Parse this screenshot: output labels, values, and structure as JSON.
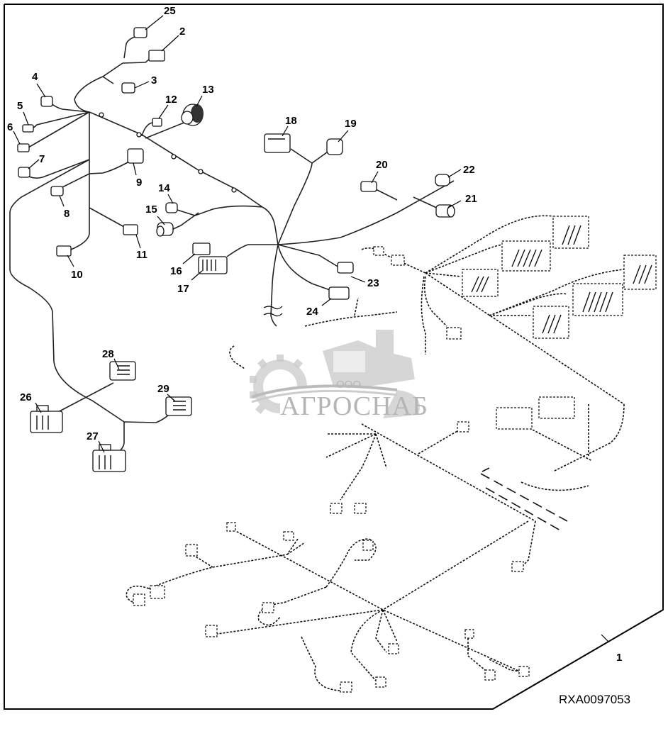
{
  "diagram": {
    "title": "Wiring harness parts diagram",
    "reference_code": "RXA0097053",
    "watermark": {
      "prefix": "ООО",
      "name": "АГРОСНАБ"
    },
    "callouts": [
      {
        "id": "1",
        "label": "1",
        "part": "main-harness-assembly"
      },
      {
        "id": "2",
        "label": "2",
        "part": "connector"
      },
      {
        "id": "3",
        "label": "3",
        "part": "connector"
      },
      {
        "id": "4",
        "label": "4",
        "part": "connector"
      },
      {
        "id": "5",
        "label": "5",
        "part": "connector"
      },
      {
        "id": "6",
        "label": "6",
        "part": "connector"
      },
      {
        "id": "7",
        "label": "7",
        "part": "connector"
      },
      {
        "id": "8",
        "label": "8",
        "part": "connector"
      },
      {
        "id": "9",
        "label": "9",
        "part": "connector"
      },
      {
        "id": "10",
        "label": "10",
        "part": "connector"
      },
      {
        "id": "11",
        "label": "11",
        "part": "connector"
      },
      {
        "id": "12",
        "label": "12",
        "part": "connector"
      },
      {
        "id": "13",
        "label": "13",
        "part": "round-connector"
      },
      {
        "id": "14",
        "label": "14",
        "part": "connector"
      },
      {
        "id": "15",
        "label": "15",
        "part": "round-connector"
      },
      {
        "id": "16",
        "label": "16",
        "part": "connector"
      },
      {
        "id": "17",
        "label": "17",
        "part": "multi-pin-connector"
      },
      {
        "id": "18",
        "label": "18",
        "part": "module-connector"
      },
      {
        "id": "19",
        "label": "19",
        "part": "connector"
      },
      {
        "id": "20",
        "label": "20",
        "part": "connector"
      },
      {
        "id": "21",
        "label": "21",
        "part": "round-connector"
      },
      {
        "id": "22",
        "label": "22",
        "part": "connector"
      },
      {
        "id": "23",
        "label": "23",
        "part": "connector"
      },
      {
        "id": "24",
        "label": "24",
        "part": "connector"
      },
      {
        "id": "25",
        "label": "25",
        "part": "connector"
      },
      {
        "id": "26",
        "label": "26",
        "part": "multi-pin-connector"
      },
      {
        "id": "27",
        "label": "27",
        "part": "multi-pin-connector"
      },
      {
        "id": "28",
        "label": "28",
        "part": "multi-pin-connector"
      },
      {
        "id": "29",
        "label": "29",
        "part": "multi-pin-connector"
      }
    ]
  }
}
